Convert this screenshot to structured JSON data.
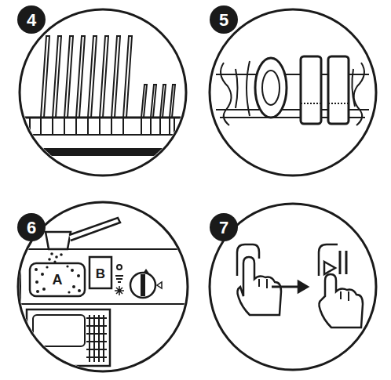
{
  "diagram": {
    "labels": [
      "4",
      "5",
      "6",
      "7",
      "A",
      "B"
    ]
  }
}
